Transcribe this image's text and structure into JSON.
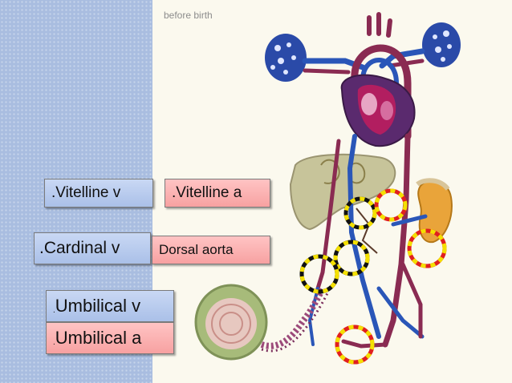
{
  "caption": "before birth",
  "labels": {
    "vitelline_v": ".Vitelline v",
    "vitelline_a": ".Vitelline a",
    "cardinal_v": ".Cardinal v",
    "dorsal_aorta": "Dorsal aorta",
    "umbilical_v_dot": ".",
    "umbilical_v": "Umbilical v",
    "umbilical_a_dot": ".",
    "umbilical_a": "Umbilical a"
  },
  "colors": {
    "vein": "#2a56b8",
    "artery": "#8a2b52",
    "blue_label": "#b4c8ee",
    "pink_label": "#fbb0b0",
    "highlight_black": "#111111",
    "highlight_yellow": "#f4e000",
    "highlight_red": "#e02020"
  }
}
